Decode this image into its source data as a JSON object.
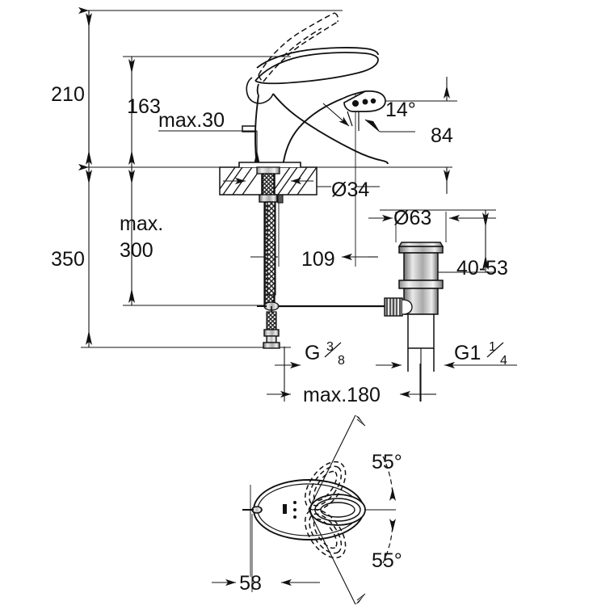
{
  "drawing": {
    "title": "Single-lever basin mixer technical dimension drawing",
    "subject": "basin-mixer-faucet",
    "units": "mm",
    "line_color": "#1a1a1a",
    "background": "#ffffff",
    "views": [
      {
        "name": "side-elevation",
        "label": ""
      },
      {
        "name": "top-plan-view",
        "label": ""
      }
    ]
  },
  "dimensions": {
    "total_height_to_spout_top": "210",
    "height_to_handle_pivot": "163",
    "max_counter_thickness": "max.30",
    "spout_outlet_offset_angle": "14°",
    "spout_height_above_counter": "84",
    "shank_diameter": "Ø34",
    "max_supply_hose_length": "max.",
    "max_supply_hose_length_value": "300",
    "overall_drop_length": "350",
    "spout_reach": "109",
    "waste_flange_diameter": "Ø63",
    "waste_adjust_range": "40-53",
    "supply_thread": "G",
    "supply_thread_num": "3",
    "supply_thread_den": "8",
    "waste_thread": "G1",
    "waste_thread_num": "1",
    "waste_thread_den": "4",
    "max_centre_distance": "max.180",
    "handle_swivel_up": "55°",
    "handle_swivel_down": "55°",
    "plan_offset": "58"
  }
}
